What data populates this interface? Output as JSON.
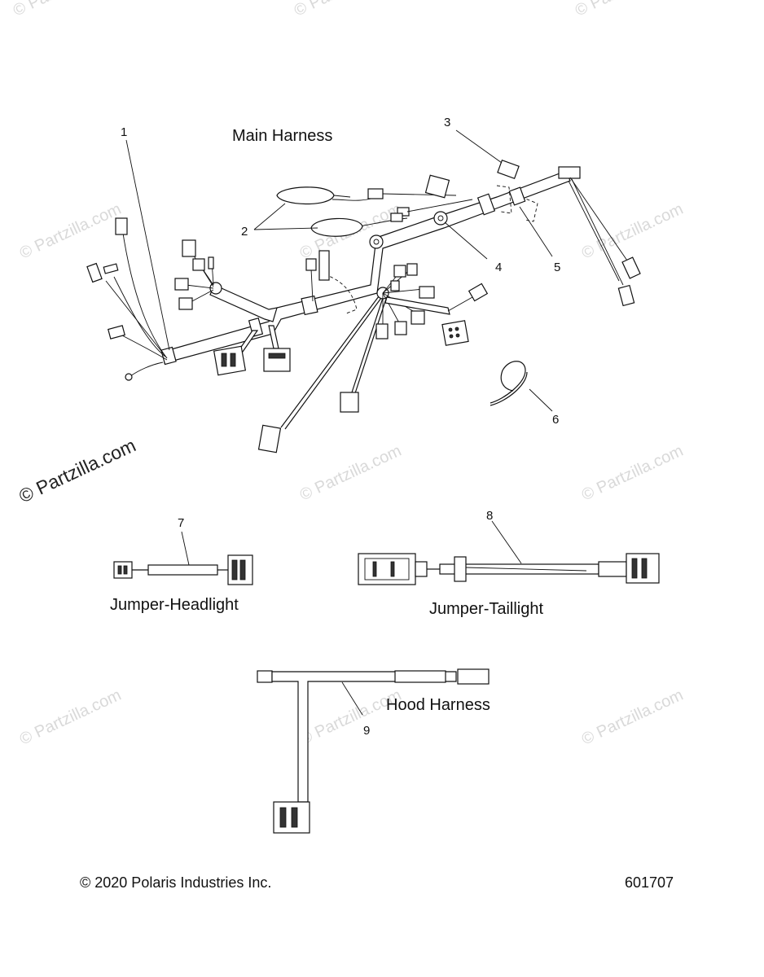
{
  "titles": {
    "main_harness": "Main Harness",
    "jumper_headlight": "Jumper-Headlight",
    "jumper_taillight": "Jumper-Taillight",
    "hood_harness": "Hood Harness"
  },
  "callouts": [
    "1",
    "2",
    "3",
    "4",
    "5",
    "6",
    "7",
    "8",
    "9"
  ],
  "watermarks": {
    "small": "© Partzilla.com",
    "large": "© Partzilla.com"
  },
  "footer": {
    "copyright": "© 2020 Polaris Industries Inc.",
    "diagram_number": "601707"
  }
}
